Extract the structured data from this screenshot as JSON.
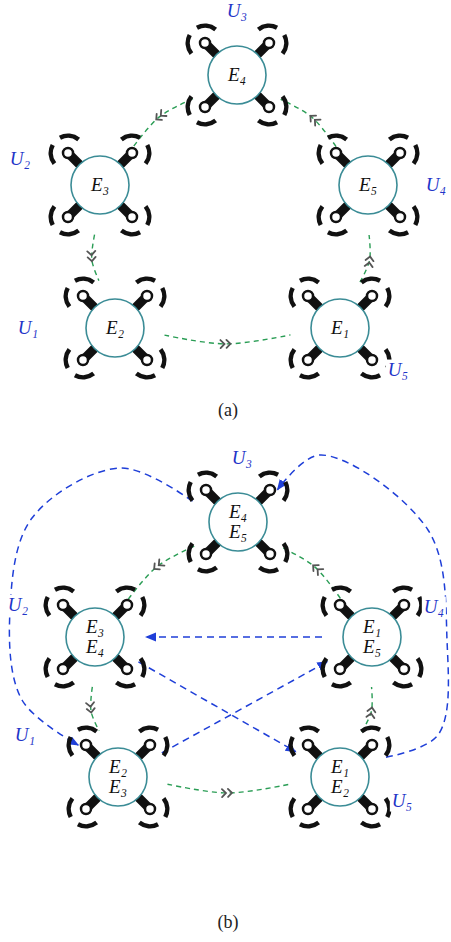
{
  "diagram": {
    "nodes": [
      {
        "text": [
          "U₃",
          "E₄"
        ]
      },
      {
        "text": [
          "U₂",
          "E₃"
        ]
      },
      {
        "text": [
          "U₄",
          "E₅"
        ]
      },
      {
        "text": [
          "U₁",
          "E₂"
        ]
      },
      {
        "text": [
          "U₅",
          "E₁"
        ]
      },
      {
        "text": [
          "U₃",
          "E₄",
          "E₅"
        ]
      },
      {
        "text": [
          "U₂",
          "E₃",
          "E₄"
        ]
      },
      {
        "text": [
          "U₄",
          "E₁",
          "E₅"
        ]
      },
      {
        "text": [
          "U₁",
          "E₂",
          "E₃"
        ]
      },
      {
        "text": [
          "U₅",
          "E₁",
          "E₂"
        ]
      }
    ],
    "edges": [
      {
        "from": 3,
        "to": 4,
        "arrow": "to"
      },
      {
        "from": 4,
        "to": 2,
        "arrow": "to"
      },
      {
        "from": 2,
        "to": 0,
        "arrow": "to"
      },
      {
        "from": 0,
        "to": 1,
        "arrow": "to"
      },
      {
        "from": 1,
        "to": 3,
        "arrow": "to"
      },
      {
        "from": 8,
        "to": 9,
        "arrow": "to"
      },
      {
        "from": 9,
        "to": 7,
        "arrow": "to"
      },
      {
        "from": 7,
        "to": 5,
        "arrow": "to"
      },
      {
        "from": 5,
        "to": 6,
        "arrow": "to"
      },
      {
        "from": 6,
        "to": 8,
        "arrow": "to"
      },
      {
        "from": 7,
        "to": 6,
        "arrow": "to"
      },
      {
        "from": 6,
        "to": 9,
        "arrow": "to"
      },
      {
        "from": 9,
        "to": 5,
        "arrow": "to"
      },
      {
        "from": 5,
        "to": 8,
        "arrow": "to"
      },
      {
        "from": 8,
        "to": 7,
        "arrow": "to"
      }
    ],
    "labels": [
      "(a)",
      "(b)"
    ]
  }
}
